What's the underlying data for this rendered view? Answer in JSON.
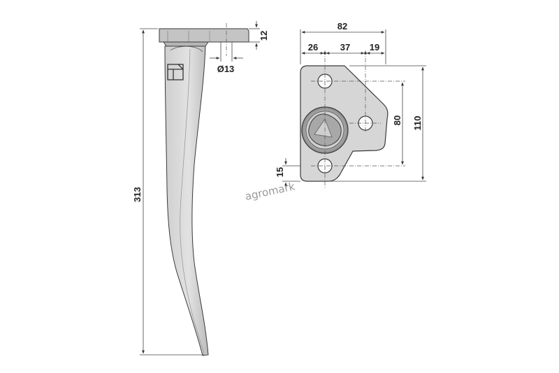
{
  "side_view": {
    "dims": {
      "total_length": "313",
      "flange_thickness": "12",
      "hole_diameter": "Ø13"
    }
  },
  "front_view": {
    "dims": {
      "overall_width": "82",
      "left_offset": "26",
      "hole_spacing_horizontal": "37",
      "right_offset": "19",
      "hole_spacing_vertical": "80",
      "overall_height": "110",
      "bottom_offset": "15"
    }
  },
  "watermark": "agromark",
  "colors": {
    "part_fill": "#d6d6d6",
    "part_edge": "#3a3a3a",
    "hub_fill": "#bdbdbd",
    "dimension_line": "#444444"
  }
}
